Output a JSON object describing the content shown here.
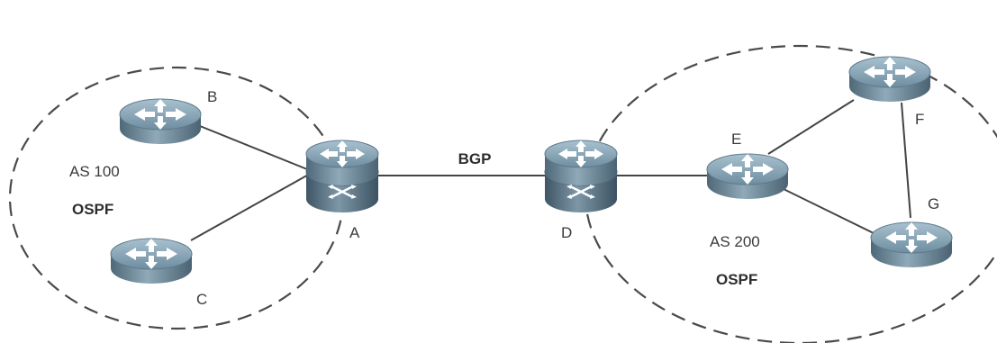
{
  "diagram": {
    "regions": [
      {
        "id": "as100",
        "as_label": "AS 100",
        "protocol_label": "OSPF"
      },
      {
        "id": "as200",
        "as_label": "AS 200",
        "protocol_label": "OSPF"
      }
    ],
    "nodes": [
      {
        "id": "A",
        "label": "A",
        "kind": "router-switch-icon"
      },
      {
        "id": "B",
        "label": "B",
        "kind": "router-icon"
      },
      {
        "id": "C",
        "label": "C",
        "kind": "router-icon"
      },
      {
        "id": "D",
        "label": "D",
        "kind": "router-switch-icon"
      },
      {
        "id": "E",
        "label": "E",
        "kind": "router-icon"
      },
      {
        "id": "F",
        "label": "F",
        "kind": "router-icon"
      },
      {
        "id": "G",
        "label": "G",
        "kind": "router-icon"
      }
    ],
    "links": [
      {
        "from": "B",
        "to": "A",
        "label": ""
      },
      {
        "from": "C",
        "to": "A",
        "label": ""
      },
      {
        "from": "A",
        "to": "D",
        "label": "BGP"
      },
      {
        "from": "D",
        "to": "E",
        "label": ""
      },
      {
        "from": "E",
        "to": "F",
        "label": ""
      },
      {
        "from": "E",
        "to": "G",
        "label": ""
      },
      {
        "from": "F",
        "to": "G",
        "label": ""
      }
    ]
  }
}
